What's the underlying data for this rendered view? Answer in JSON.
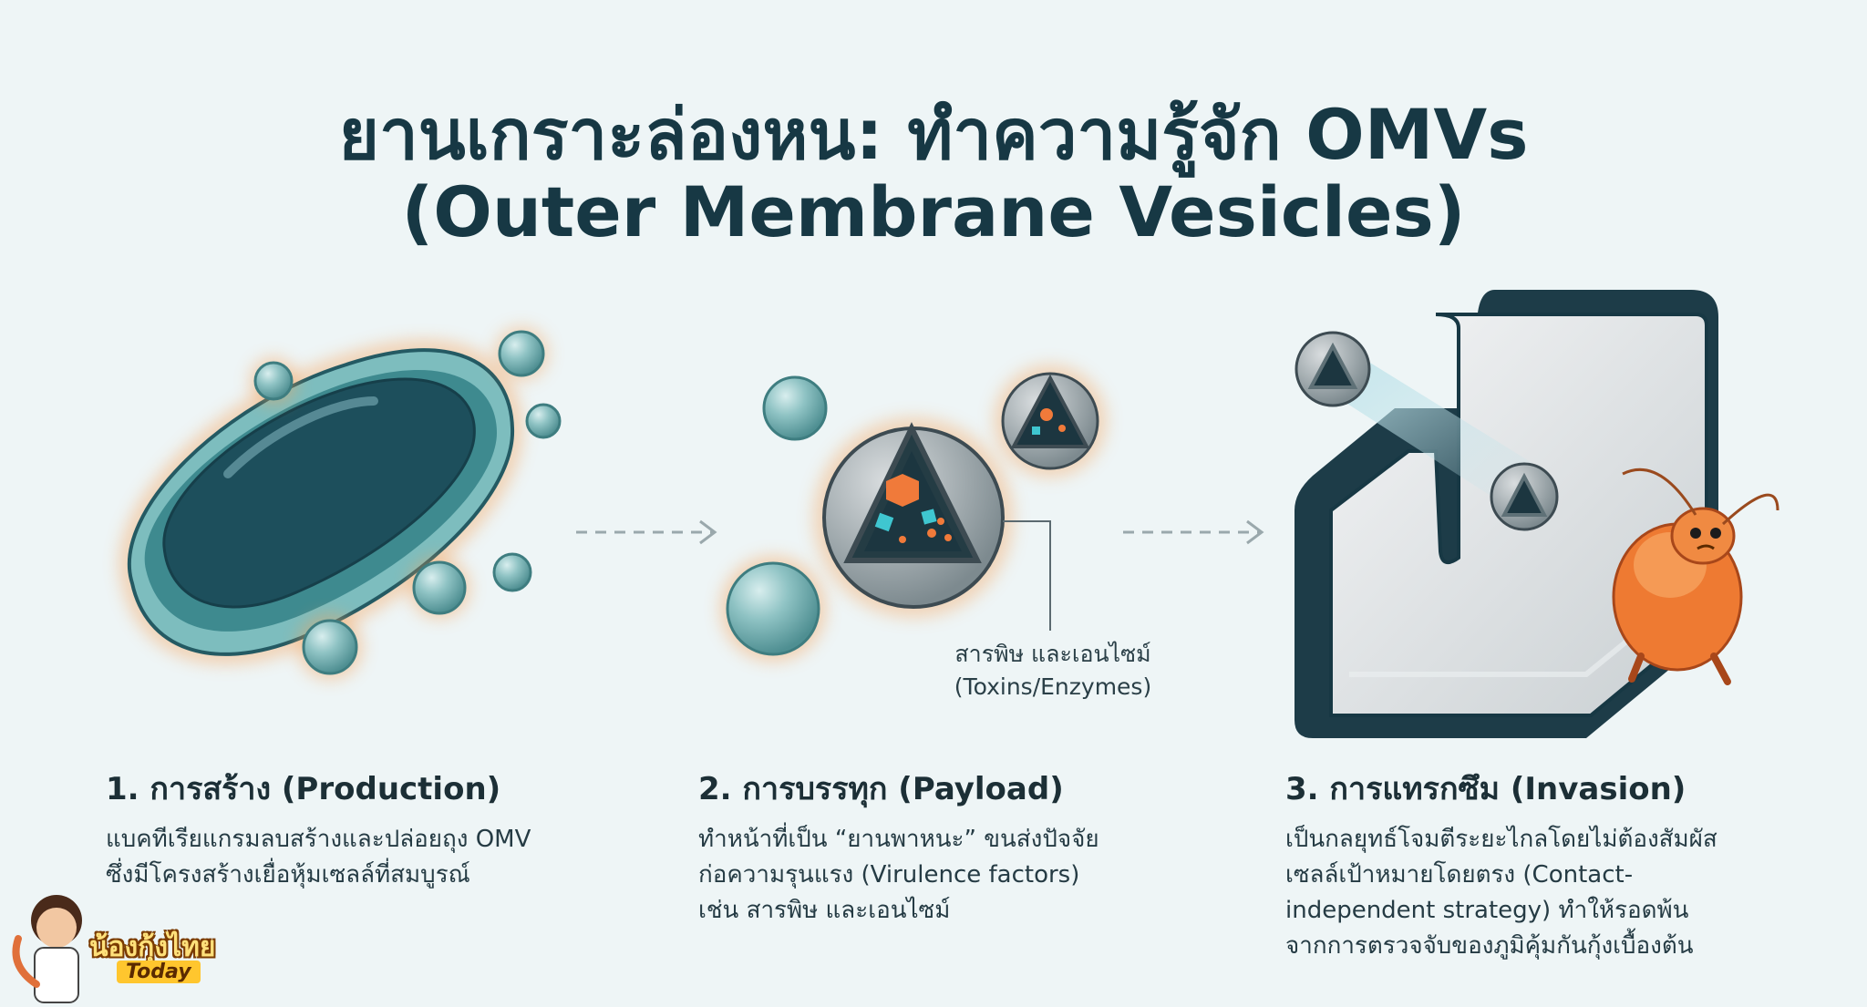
{
  "title": {
    "line1": "ยานเกราะล่องหน: ทำความรู้จัก OMVs",
    "line2": "(Outer Membrane Vesicles)"
  },
  "steps": [
    {
      "heading": "1. การสร้าง (Production)",
      "lines": [
        "แบคทีเรียแกรมลบสร้างและปล่อยถุง OMV",
        "ซึ่งมีโครงสร้างเยื่อหุ้มเซลล์ที่สมบูรณ์"
      ]
    },
    {
      "heading": "2. การบรรทุก (Payload)",
      "lines": [
        "ทำหน้าที่เป็น “ยานพาหนะ” ขนส่งปัจจัย",
        "ก่อความรุนแรง (Virulence factors)",
        "เช่น สารพิษ และเอนไซม์"
      ]
    },
    {
      "heading": "3. การแทรกซึม (Invasion)",
      "lines": [
        "เป็นกลยุทธ์โจมตีระยะไกลโดยไม่ต้องสัมผัส",
        "เซลล์เป้าหมายโดยตรง (Contact-",
        "independent strategy) ทำให้รอดพ้น",
        "จากการตรวจจับของภูมิคุ้มกันกุ้งเบื้องต้น"
      ]
    }
  ],
  "callout": {
    "line1": "สารพิษ และเอนไซม์",
    "line2": "(Toxins/Enzymes)"
  },
  "logo": {
    "name": "น้องกุ้งไทย",
    "tagline": "Today"
  },
  "icons": {
    "bacterium": "bacterium-icon",
    "vesicle": "vesicle-icon",
    "cross_section": "vesicle-cross-section-icon",
    "host_barrier": "host-cell-wall-icon",
    "shrimp": "shrimp-mascot-icon",
    "arrow": "dashed-arrow-icon"
  },
  "colors": {
    "background": "#eef5f6",
    "teal": "#5fa9ac",
    "navy": "#173844",
    "glow": "#f4a35c"
  }
}
